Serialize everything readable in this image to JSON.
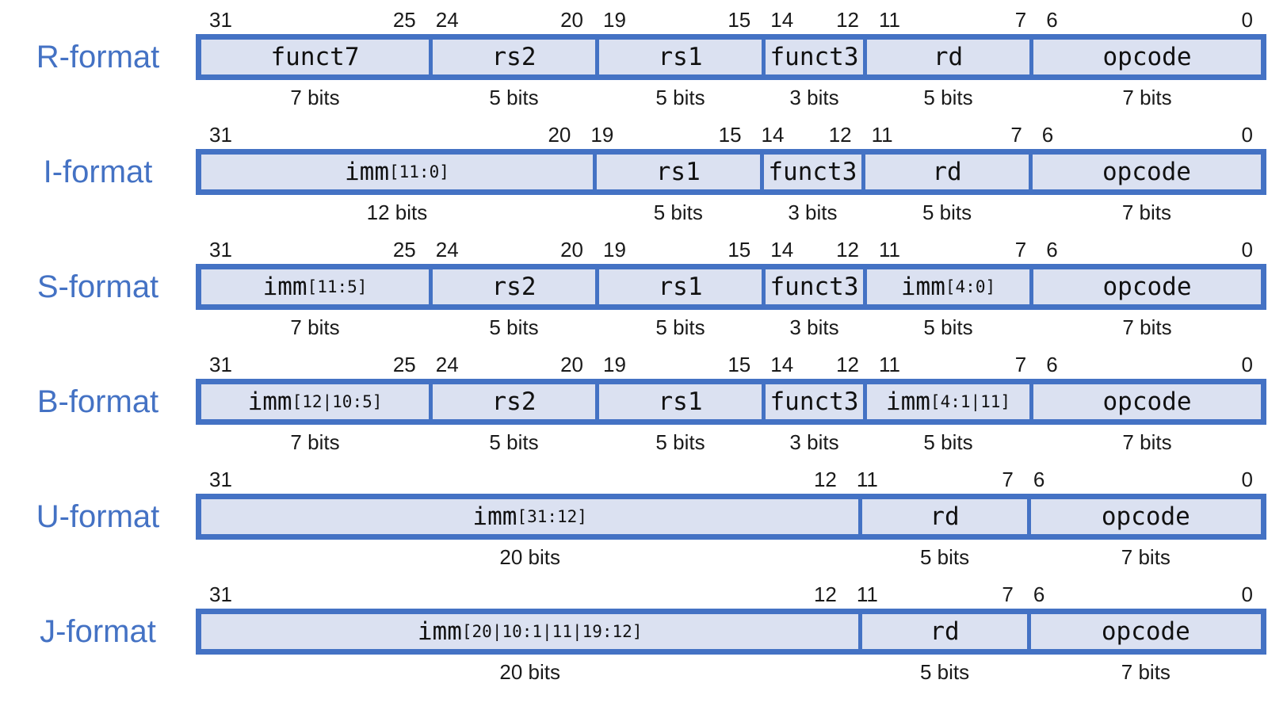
{
  "colors": {
    "border_blue": "#4472C4",
    "field_fill": "#DBE1F1",
    "label_blue": "#4472C4",
    "text": "#1a1a1a"
  },
  "formats": [
    {
      "label": "R-format",
      "fields": [
        {
          "name": "funct7",
          "sub": "",
          "hi": "31",
          "lo": "25",
          "bits": 7,
          "width_label": "7 bits"
        },
        {
          "name": "rs2",
          "sub": "",
          "hi": "24",
          "lo": "20",
          "bits": 5,
          "width_label": "5 bits"
        },
        {
          "name": "rs1",
          "sub": "",
          "hi": "19",
          "lo": "15",
          "bits": 5,
          "width_label": "5 bits"
        },
        {
          "name": "funct3",
          "sub": "",
          "hi": "14",
          "lo": "12",
          "bits": 3,
          "width_label": "3 bits"
        },
        {
          "name": "rd",
          "sub": "",
          "hi": "11",
          "lo": "7",
          "bits": 5,
          "width_label": "5 bits"
        },
        {
          "name": "opcode",
          "sub": "",
          "hi": "6",
          "lo": "0",
          "bits": 7,
          "width_label": "7 bits"
        }
      ]
    },
    {
      "label": "I-format",
      "fields": [
        {
          "name": "imm",
          "sub": "[11:0]",
          "hi": "31",
          "lo": "20",
          "bits": 12,
          "width_label": "12 bits"
        },
        {
          "name": "rs1",
          "sub": "",
          "hi": "19",
          "lo": "15",
          "bits": 5,
          "width_label": "5 bits"
        },
        {
          "name": "funct3",
          "sub": "",
          "hi": "14",
          "lo": "12",
          "bits": 3,
          "width_label": "3 bits"
        },
        {
          "name": "rd",
          "sub": "",
          "hi": "11",
          "lo": "7",
          "bits": 5,
          "width_label": "5 bits"
        },
        {
          "name": "opcode",
          "sub": "",
          "hi": "6",
          "lo": "0",
          "bits": 7,
          "width_label": "7 bits"
        }
      ]
    },
    {
      "label": "S-format",
      "fields": [
        {
          "name": "imm",
          "sub": "[11:5]",
          "hi": "31",
          "lo": "25",
          "bits": 7,
          "width_label": "7 bits"
        },
        {
          "name": "rs2",
          "sub": "",
          "hi": "24",
          "lo": "20",
          "bits": 5,
          "width_label": "5 bits"
        },
        {
          "name": "rs1",
          "sub": "",
          "hi": "19",
          "lo": "15",
          "bits": 5,
          "width_label": "5 bits"
        },
        {
          "name": "funct3",
          "sub": "",
          "hi": "14",
          "lo": "12",
          "bits": 3,
          "width_label": "3 bits"
        },
        {
          "name": "imm",
          "sub": "[4:0]",
          "hi": "11",
          "lo": "7",
          "bits": 5,
          "width_label": "5 bits"
        },
        {
          "name": "opcode",
          "sub": "",
          "hi": "6",
          "lo": "0",
          "bits": 7,
          "width_label": "7 bits"
        }
      ]
    },
    {
      "label": "B-format",
      "fields": [
        {
          "name": "imm",
          "sub": "[12|10:5]",
          "hi": "31",
          "lo": "25",
          "bits": 7,
          "width_label": "7 bits"
        },
        {
          "name": "rs2",
          "sub": "",
          "hi": "24",
          "lo": "20",
          "bits": 5,
          "width_label": "5 bits"
        },
        {
          "name": "rs1",
          "sub": "",
          "hi": "19",
          "lo": "15",
          "bits": 5,
          "width_label": "5 bits"
        },
        {
          "name": "funct3",
          "sub": "",
          "hi": "14",
          "lo": "12",
          "bits": 3,
          "width_label": "3 bits"
        },
        {
          "name": "imm",
          "sub": "[4:1|11]",
          "hi": "11",
          "lo": "7",
          "bits": 5,
          "width_label": "5 bits"
        },
        {
          "name": "opcode",
          "sub": "",
          "hi": "6",
          "lo": "0",
          "bits": 7,
          "width_label": "7 bits"
        }
      ]
    },
    {
      "label": "U-format",
      "fields": [
        {
          "name": "imm",
          "sub": "[31:12]",
          "hi": "31",
          "lo": "12",
          "bits": 20,
          "width_label": "20 bits"
        },
        {
          "name": "rd",
          "sub": "",
          "hi": "11",
          "lo": "7",
          "bits": 5,
          "width_label": "5 bits"
        },
        {
          "name": "opcode",
          "sub": "",
          "hi": "6",
          "lo": "0",
          "bits": 7,
          "width_label": "7 bits"
        }
      ]
    },
    {
      "label": "J-format",
      "fields": [
        {
          "name": "imm",
          "sub": "[20|10:1|11|19:12]",
          "hi": "31",
          "lo": "12",
          "bits": 20,
          "width_label": "20 bits"
        },
        {
          "name": "rd",
          "sub": "",
          "hi": "11",
          "lo": "7",
          "bits": 5,
          "width_label": "5 bits"
        },
        {
          "name": "opcode",
          "sub": "",
          "hi": "6",
          "lo": "0",
          "bits": 7,
          "width_label": "7 bits"
        }
      ]
    }
  ]
}
